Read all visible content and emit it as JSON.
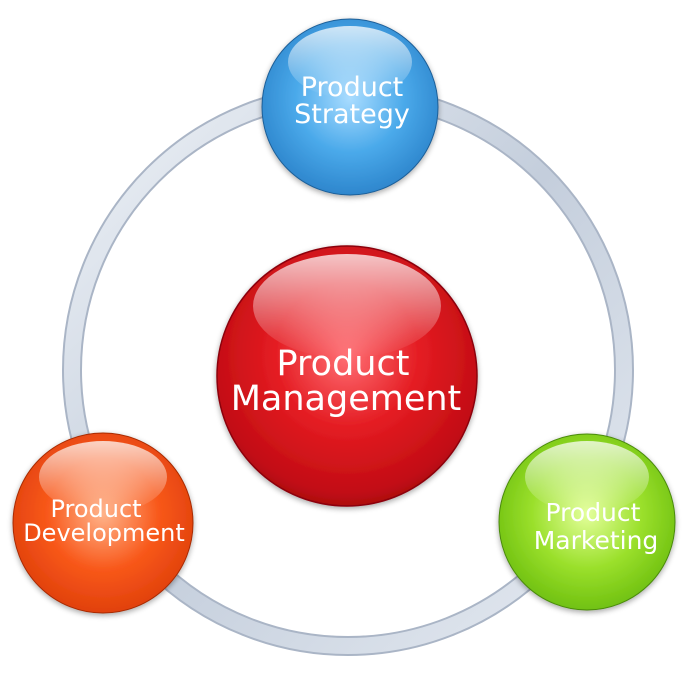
{
  "center": {
    "line1": "Product",
    "line2": "Management",
    "color": "#d8141b"
  },
  "nodes": {
    "strategy": {
      "line1": "Product",
      "line2": "Strategy",
      "color": "#3f9fe0"
    },
    "development": {
      "line1": "Product",
      "line2": "Development",
      "color": "#f04a10"
    },
    "marketing": {
      "line1": "Product",
      "line2": "Marketing",
      "color": "#7ccf1a"
    }
  },
  "ring": {
    "color": "#c9d2e0"
  }
}
